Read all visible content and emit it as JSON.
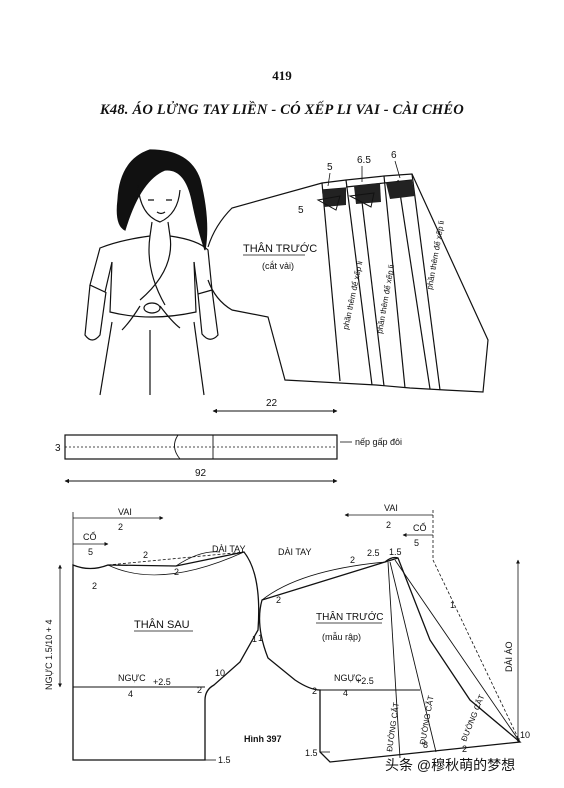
{
  "page_number": "419",
  "title": "K48. ÁO LỬNG TAY LIỀN - CÓ XẾP LI VAI - CÀI CHÉO",
  "top": {
    "panel_label": "THÂN TRƯỚC",
    "panel_sub": "(cắt vải)",
    "pleat_text": "phần thêm để xếp li",
    "pleat_nums": [
      "5",
      "6.5",
      "6"
    ],
    "left_5": "5",
    "belt_len_short": "22",
    "belt_width": "3",
    "belt_note": "nếp gấp đôi",
    "belt_len": "92"
  },
  "bottom": {
    "than_sau": "THÂN SAU",
    "than_truoc": "THÂN TRƯỚC",
    "mau_rap": "(mẫu rập)",
    "vai": "VAI",
    "co": "CỔ",
    "dai_tay": "DÀI TAY",
    "nguc": "NGỰC",
    "nguc_vert": "NGỰC 1.5/10 + 4",
    "dai_ao": "DÀI ÁO",
    "duong_cat": "ĐƯỜNG CẮT",
    "n2": "2",
    "n5": "5",
    "n25": "2.5",
    "n15": "1.5",
    "n4": "4",
    "n1": "1",
    "n10": "10",
    "n8": "8",
    "plus25": "+2.5",
    "hinh": "Hình 397"
  },
  "watermark": "头条 @穆秋萌的梦想"
}
